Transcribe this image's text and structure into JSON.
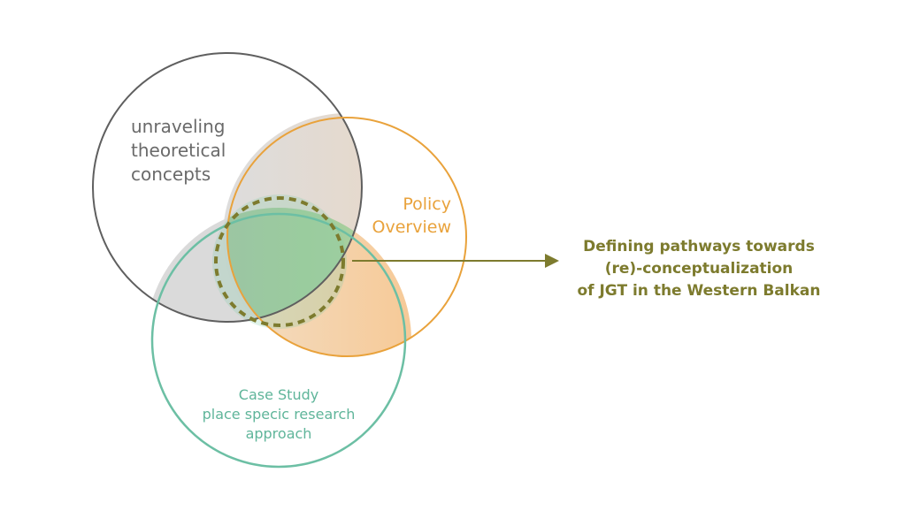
{
  "diagram": {
    "type": "venn",
    "circles": [
      {
        "id": "theory",
        "label": "unraveling\ntheoretical\nconcepts",
        "color": "#5f5f5f"
      },
      {
        "id": "policy",
        "label": "Policy\nOverview",
        "color": "#e9a23b"
      },
      {
        "id": "case",
        "label": "Case Study\nplace specic research\napproach",
        "color": "#5fb59a"
      }
    ],
    "focus_outline": {
      "style": "dashed",
      "color": "#7d7b2e"
    },
    "arrow": {
      "color": "#7d7b2e"
    },
    "outcome": {
      "text": "Defining pathways towards\n(re)-conceptualization\nof JGT in the Western Balkan",
      "color": "#7d7b2e"
    }
  }
}
